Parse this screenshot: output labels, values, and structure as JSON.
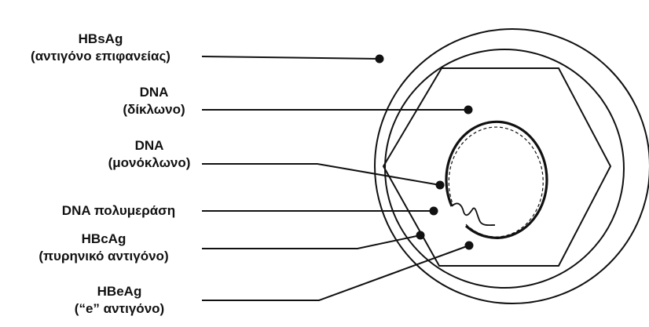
{
  "labels": [
    {
      "id": "hbsag",
      "lines": [
        "HBsAg",
        "(αντιγόνο επιφανείας)"
      ]
    },
    {
      "id": "dna-ds",
      "lines": [
        "DNA",
        "(δίκλωνο)"
      ]
    },
    {
      "id": "dna-ss",
      "lines": [
        "DNA",
        "(μονόκλωνο)"
      ]
    },
    {
      "id": "polymerase",
      "lines": [
        "DNA πολυμεράση"
      ]
    },
    {
      "id": "hbcag",
      "lines": [
        "HBcAg",
        "(πυρηνικό αντιγόνο)"
      ]
    },
    {
      "id": "hbeag",
      "lines": [
        "HBeAg",
        "(“e” αντιγόνο)"
      ]
    }
  ],
  "colors": {
    "ink": "#111111",
    "background": "#ffffff"
  }
}
